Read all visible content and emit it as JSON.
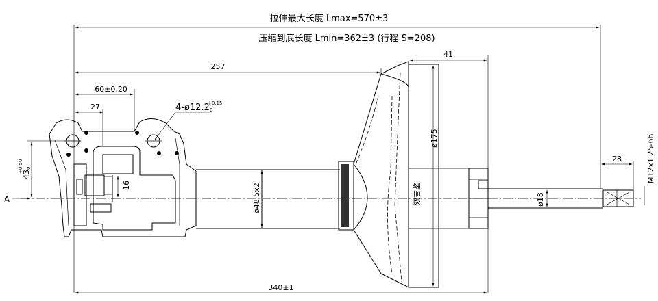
{
  "dimensions": {
    "lmax": "拉伸最大长度 Lmax=570±3",
    "lmin": "压缩到底长度 Lmin=362±3 (行程 S=208)",
    "len_257": "257",
    "len_41": "41",
    "len_60": "60±0.20",
    "len_27": "27",
    "holes": "4-ø12.2",
    "holes_tol_upper": "+0.15",
    "holes_tol_lower": "0",
    "len_43": "43",
    "len_43_tol_upper": "+0.50",
    "len_43_tol_lower": "0",
    "len_16": "16",
    "tube_dia": "ø48.5x2",
    "plate_dia": "ø175",
    "rod_dia": "ø18",
    "len_28": "28",
    "thread": "M12x1.25-6h",
    "len_340": "340±1"
  },
  "labels": {
    "section_a": "A",
    "part_text": "双吉鉴"
  }
}
